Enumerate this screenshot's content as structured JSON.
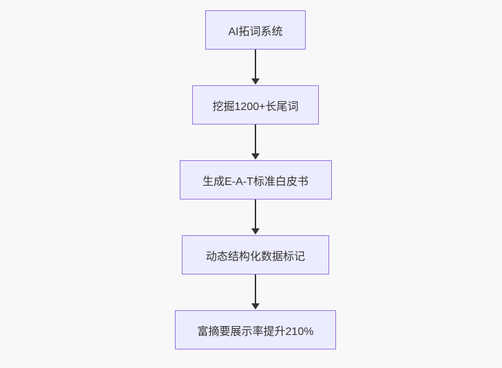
{
  "diagram": {
    "type": "flowchart",
    "direction": "top-down",
    "nodes": [
      {
        "id": "A",
        "label": "AI拓词系统"
      },
      {
        "id": "B",
        "label": "挖掘1200+长尾词"
      },
      {
        "id": "C",
        "label": "生成E-A-T标准白皮书"
      },
      {
        "id": "D",
        "label": "动态结构化数据标记"
      },
      {
        "id": "E",
        "label": "富摘要展示率提升210%"
      }
    ],
    "edges": [
      {
        "from": "A",
        "to": "B",
        "style": "arrow-down"
      },
      {
        "from": "B",
        "to": "C",
        "style": "arrow-down"
      },
      {
        "from": "C",
        "to": "D",
        "style": "arrow-down"
      },
      {
        "from": "D",
        "to": "E",
        "style": "arrow-down"
      }
    ],
    "colors": {
      "node_fill": "#ECECFF",
      "node_border": "#9370DB",
      "arrow": "#333333",
      "text": "#333333",
      "background": "#F8F8F8"
    }
  }
}
